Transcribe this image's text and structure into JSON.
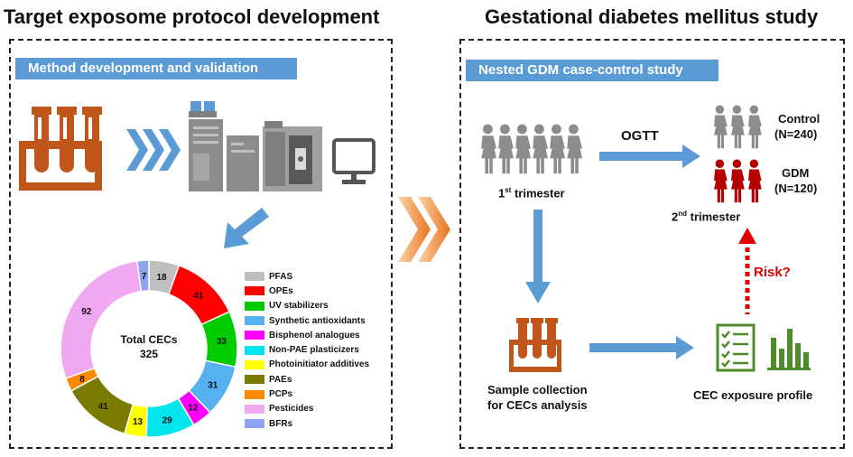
{
  "left": {
    "title": "Target exposome protocol development",
    "banner": "Method development and validation"
  },
  "right": {
    "title": "Gestational diabetes mellitus study",
    "banner": "Nested GDM case-control study",
    "ogtt": "OGTT",
    "control": "Control",
    "control_n": "(N=240)",
    "gdm": "GDM",
    "gdm_n": "(N=120)",
    "trimester1": "1",
    "trimester1_sup": "st",
    "trimester1_rest": " trimester",
    "trimester2": "2",
    "trimester2_sup": "nd",
    "trimester2_rest": " trimester",
    "risk": "Risk?",
    "sample_line1": "Sample collection",
    "sample_line2": "for CECs analysis",
    "exposure": "CEC exposure profile"
  },
  "chart_data": {
    "type": "pie",
    "center_line1": "Total CECs",
    "center_line2": "325",
    "categories": [
      "PFAS",
      "OPEs",
      "UV stabilizers",
      "Synthetic antioxidants",
      "Bisphenol analogues",
      "Non-PAE plasticizers",
      "Photoinitiator additives",
      "PAEs",
      "PCPs",
      "Pesticides",
      "BFRs"
    ],
    "values": [
      18,
      41,
      33,
      31,
      12,
      29,
      13,
      41,
      8,
      92,
      7
    ],
    "colors": [
      "#bfbfbf",
      "#ff0000",
      "#00cc00",
      "#56b1f0",
      "#ff00ff",
      "#00e5ee",
      "#ffff00",
      "#7a7a00",
      "#ff8a00",
      "#f0a8f0",
      "#8ea4f0"
    ]
  }
}
